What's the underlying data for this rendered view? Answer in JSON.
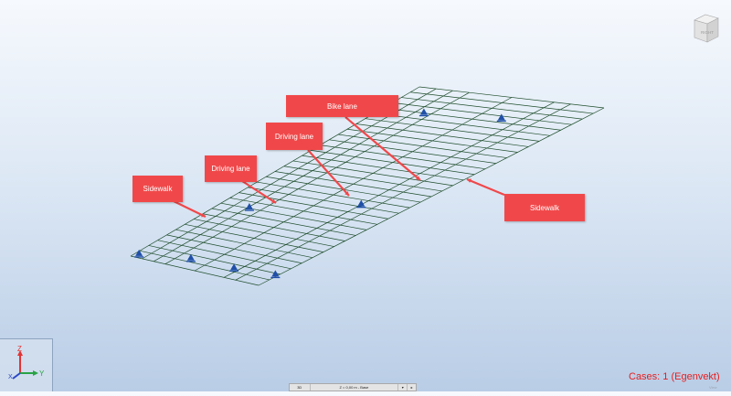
{
  "labels": {
    "sidewalk_left": "Sidewalk",
    "driving_lane_1": "Driving lane",
    "driving_lane_2": "Driving lane",
    "bike_lane": "Bike lane",
    "sidewalk_right": "Sidewalk"
  },
  "cases": "Cases: 1 (Egenvekt)",
  "status_bar": {
    "view": "3D",
    "level": "Z = 0,00 m - Base"
  },
  "axes": {
    "z": "Z",
    "x": "X",
    "y": "Y"
  },
  "nav_cube_face": "RIGHT",
  "corner_text": "View",
  "colors": {
    "label_bg": "#f0484a",
    "grid": "#1e4d2b",
    "support": "#1f4fa8",
    "cases_text": "#e81d1d"
  }
}
